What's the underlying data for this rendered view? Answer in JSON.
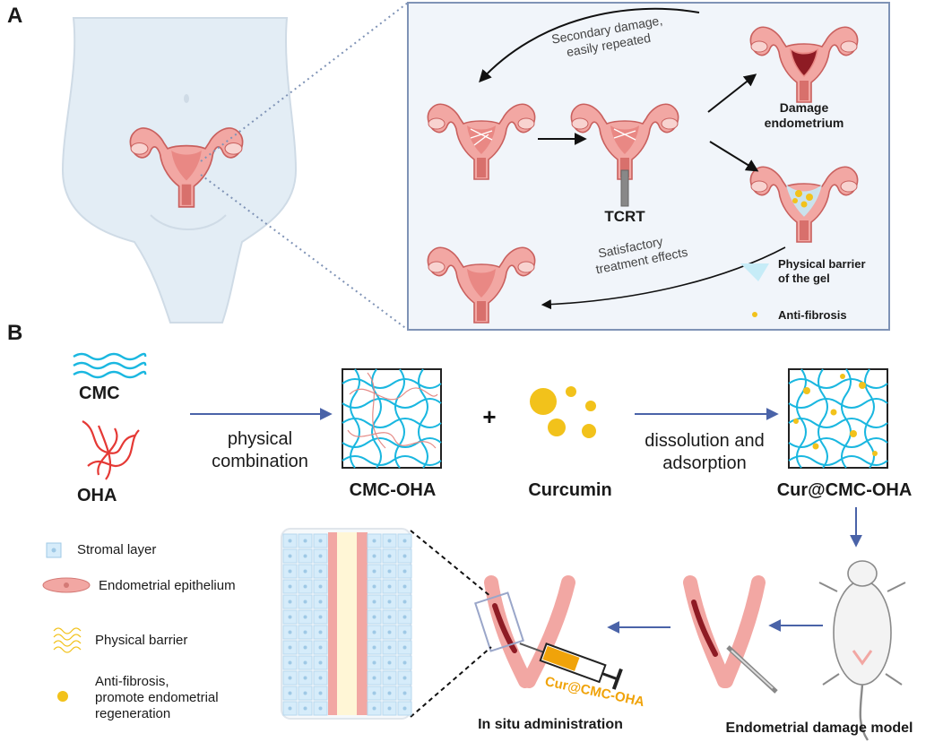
{
  "panels": {
    "a": "A",
    "b": "B"
  },
  "panel_a": {
    "secondary_damage_line1": "Secondary damage,",
    "secondary_damage_line2": "easily repeated",
    "damage_line1": "Damage",
    "damage_line2": "endometrium",
    "tcrt": "TCRT",
    "satisfactory_line1": "Satisfactory",
    "satisfactory_line2": "treatment effects",
    "legend_barrier_line1": "Physical barrier",
    "legend_barrier_line2": "of the gel",
    "legend_antifibrosis": "Anti-fibrosis"
  },
  "panel_b": {
    "cmc": "CMC",
    "oha": "OHA",
    "physical_line1": "physical",
    "physical_line2": "combination",
    "plus": "+",
    "cmc_oha": "CMC-OHA",
    "curcumin": "Curcumin",
    "dissolution_line1": "dissolution and",
    "dissolution_line2": "adsorption",
    "cur_cmc_oha": "Cur@CMC-OHA",
    "syringe_label": "Cur@CMC-OHA",
    "in_situ": "In situ administration",
    "damage_model": "Endometrial damage model",
    "legend": {
      "stromal": "Stromal layer",
      "epithelium": "Endometrial epithelium",
      "barrier": "Physical barrier",
      "anti_line1": "Anti-fibrosis,",
      "anti_line2": "promote endometrial",
      "anti_line3": "regeneration"
    }
  },
  "colors": {
    "uterus": "#f2a7a3",
    "uterus_dark": "#c9605e",
    "wound": "#8e1b24",
    "curcumin": "#f2c21b",
    "cmc_blue": "#1ab7e0",
    "oha_red": "#e53935",
    "arrow_blue": "#4a63a8",
    "panel_border": "#7f93b6",
    "panel_bg": "#f1f5fa",
    "syringe_label": "#f0a30a"
  }
}
